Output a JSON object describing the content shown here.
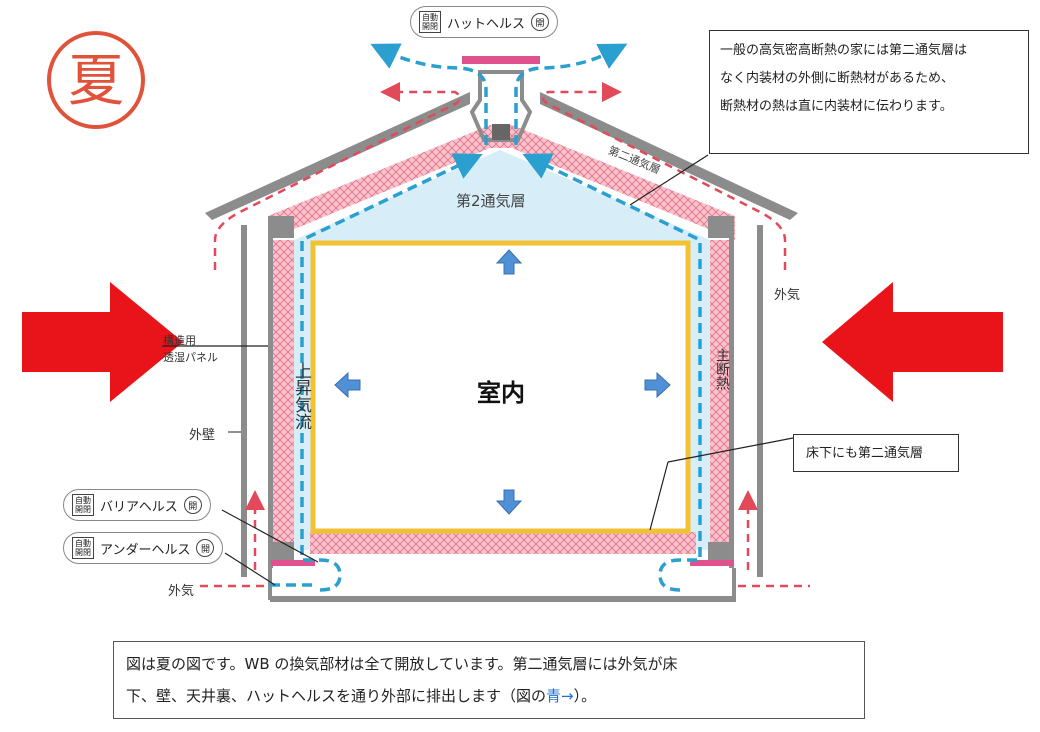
{
  "season_badge": {
    "text": "夏",
    "color": "#e0533a"
  },
  "colors": {
    "airflow_blue": "#2a9fd0",
    "outside_red": "#e24a5a",
    "wall_gray": "#8c8c8c",
    "insulation_pink": "#f4a6b5",
    "cavity_blue": "#d7eef9",
    "room_outline": "#f2c233",
    "big_arrow_red": "#e8141a",
    "small_arrow_blue": "#4f90d6"
  },
  "labels": {
    "second_cavity": "第2通気層",
    "second_cavity_vertical": "第二通気層",
    "room": "室内",
    "rising_airflow": "上昇気流",
    "main_insulation": "主断熱",
    "outside_air_right": "外気",
    "outside_air_bottom": "外気",
    "exterior_wall": "外壁",
    "panel_line1": "構造用",
    "panel_line2": "透湿パネル"
  },
  "parts": {
    "tag_line1": "自動",
    "tag_line2": "開閉",
    "open_mark": "開",
    "hat_hels": "ハットヘルス",
    "barrier_hels": "バリアヘルス",
    "under_hels": "アンダーヘルス"
  },
  "notes": {
    "top_right": [
      "一般の高気密高断熱の家には第二通気層は",
      "なく内装材の外側に断熱材があるため、",
      "断熱材の熱は直に内装材に伝わります。"
    ],
    "floor": "床下にも第二通気層"
  },
  "caption": {
    "line1": "図は夏の図です。WB の換気部材は全て開放しています。第二通気層には外気が床",
    "line2_prefix": "下、壁、天井裏、ハットヘルスを通り外部に排出します（図の",
    "line2_highlight": "青→",
    "line2_suffix": "）。"
  }
}
